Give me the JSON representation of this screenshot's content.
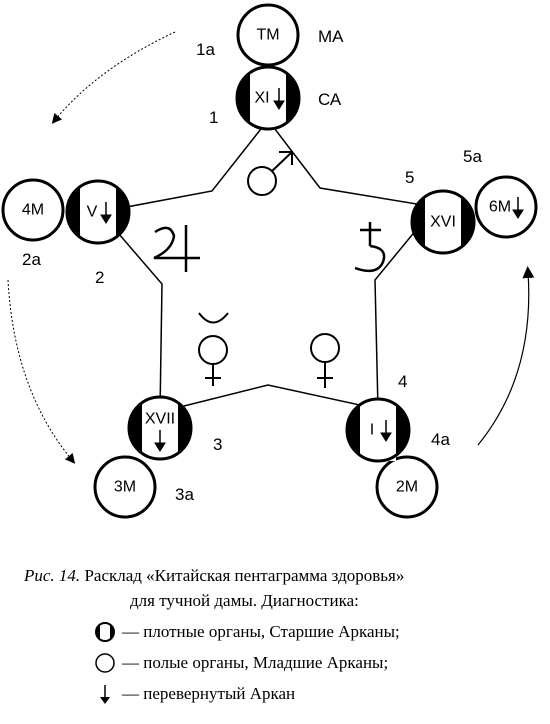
{
  "nodes": {
    "n1": {
      "inner": "XI",
      "num": "1",
      "side": "СА"
    },
    "n1a": {
      "inner": "ТМ",
      "num": "1а",
      "side": "МА"
    },
    "n2": {
      "inner": "V",
      "num": "2"
    },
    "n2a": {
      "inner": "4М",
      "num": "2а"
    },
    "n3": {
      "inner": "XVII",
      "num": "3"
    },
    "n3a": {
      "inner": "3М",
      "num": "3а"
    },
    "n4": {
      "inner": "I",
      "num": "4"
    },
    "n4a": {
      "inner": "2М",
      "num": "4а"
    },
    "n5": {
      "inner": "XVI",
      "num": "5"
    },
    "n5a": {
      "inner": "6М",
      "num": "5а"
    }
  },
  "caption": {
    "fig": "Рис. 14.",
    "line1": "Расклад «Китайская пентаграмма здоровья»",
    "line2": "для тучной дамы. Диагностика:"
  },
  "legend": [
    {
      "icon": "major-arcana-icon",
      "text": "— плотные органы, Старшие Арканы;"
    },
    {
      "icon": "minor-arcana-icon",
      "text": "— полые органы, Младшие Арканы;"
    },
    {
      "icon": "reversed-arrow-icon",
      "text": "— перевернутый Аркан"
    }
  ]
}
